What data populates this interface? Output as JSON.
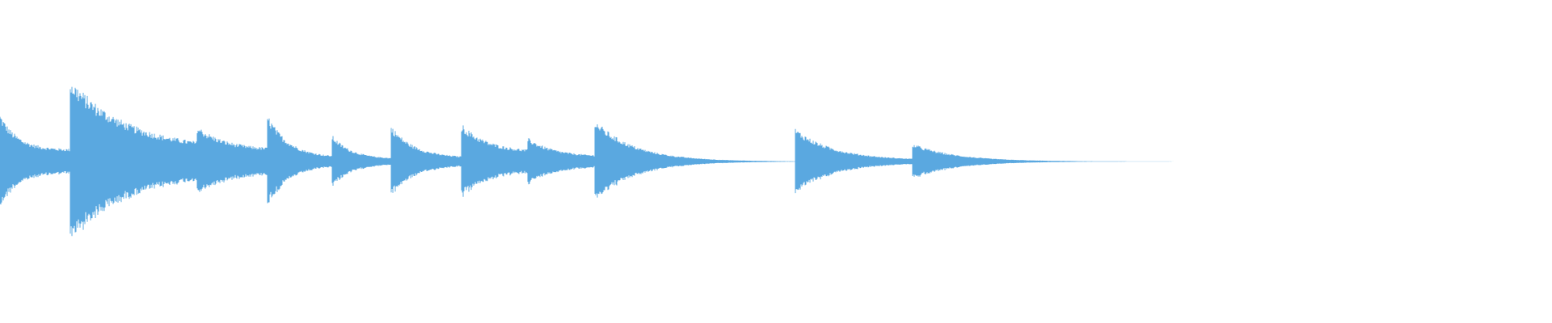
{
  "waveform": {
    "color": "#5aa8e0",
    "background": "#ffffff",
    "segments": [
      {
        "start": 0.0,
        "end": 0.045,
        "peak": 0.4,
        "sustain": 0.1,
        "decay": 4
      },
      {
        "start": 0.045,
        "end": 0.127,
        "peak": 0.7,
        "sustain": 0.1,
        "decay": 2.2
      },
      {
        "start": 0.127,
        "end": 0.172,
        "peak": 0.3,
        "sustain": 0.1,
        "decay": 2.5
      },
      {
        "start": 0.172,
        "end": 0.214,
        "peak": 0.4,
        "sustain": 0.03,
        "decay": 3.0
      },
      {
        "start": 0.214,
        "end": 0.252,
        "peak": 0.22,
        "sustain": 0.02,
        "decay": 3.0
      },
      {
        "start": 0.252,
        "end": 0.297,
        "peak": 0.3,
        "sustain": 0.03,
        "decay": 3.0
      },
      {
        "start": 0.297,
        "end": 0.34,
        "peak": 0.32,
        "sustain": 0.08,
        "decay": 2.5
      },
      {
        "start": 0.34,
        "end": 0.383,
        "peak": 0.2,
        "sustain": 0.04,
        "decay": 2.5
      },
      {
        "start": 0.383,
        "end": 0.512,
        "peak": 0.35,
        "sustain": 0.0,
        "decay": 5.0
      },
      {
        "start": 0.512,
        "end": 0.588,
        "peak": 0.28,
        "sustain": 0.01,
        "decay": 3.0
      },
      {
        "start": 0.588,
        "end": 0.812,
        "peak": 0.15,
        "sustain": 0.0,
        "decay": 8.0
      }
    ]
  }
}
